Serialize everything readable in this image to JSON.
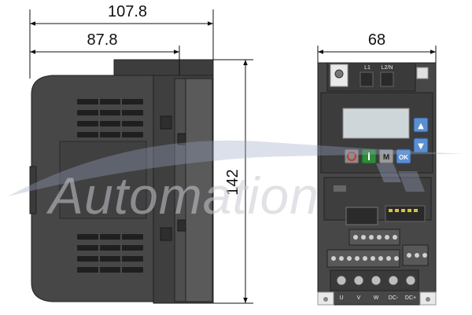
{
  "dimensions": {
    "overall_depth": "107.8",
    "body_depth": "87.8",
    "height": "142",
    "width": "68"
  },
  "front_panel": {
    "terminal_top_left": "L1",
    "terminal_top_right": "L2/N",
    "key_up": "▲",
    "key_down": "▼",
    "key_stop": "O",
    "key_run": "I",
    "key_menu": "M",
    "key_ok": "OK",
    "terminals_bottom": [
      "U",
      "V",
      "W",
      "DC-",
      "DC+"
    ]
  },
  "watermark": {
    "text": "Automation"
  },
  "colors": {
    "device_body": "#474747",
    "device_dark": "#2c2c2c",
    "device_light": "#6a6a6a",
    "display": "#cfd6da",
    "key_blue": "#5b8fd1",
    "key_stop": "#c43a30",
    "key_run": "#2e8b3a",
    "key_grey": "#8a8a8a",
    "watermark": "#9aa6c2"
  }
}
